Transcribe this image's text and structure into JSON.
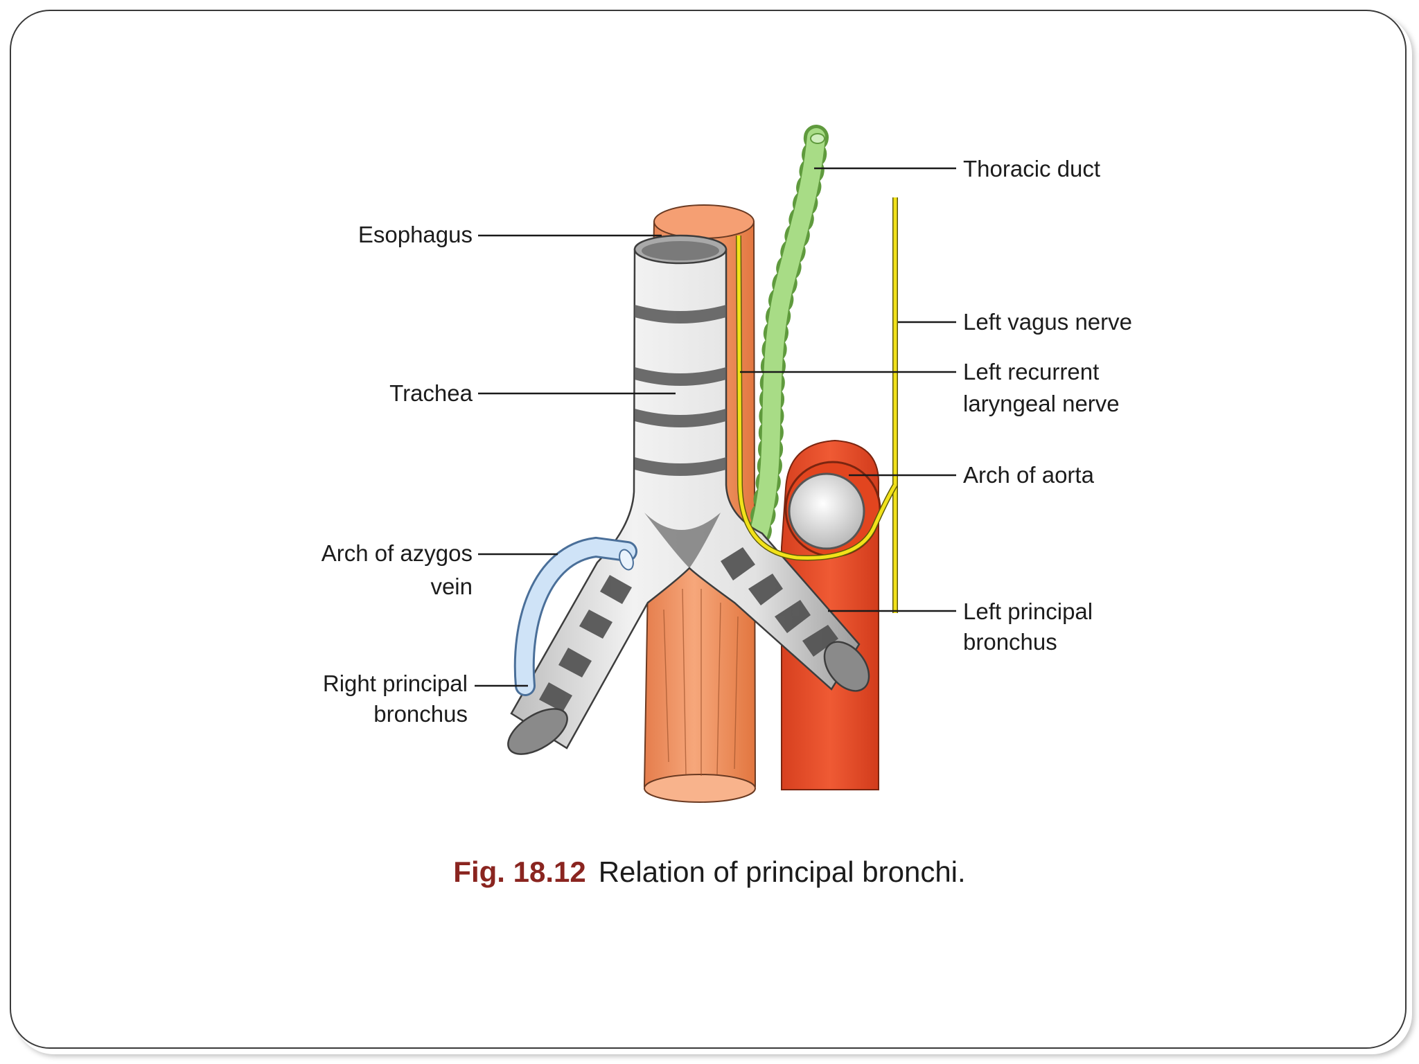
{
  "labels": {
    "thoracic_duct": "Thoracic duct",
    "esophagus": "Esophagus",
    "left_vagus_nerve": "Left vagus nerve",
    "left_recurrent_line1": "Left recurrent",
    "left_recurrent_line2": "laryngeal nerve",
    "trachea": "Trachea",
    "arch_of_aorta": "Arch of aorta",
    "arch_of_azygos_line1": "Arch of azygos",
    "arch_of_azygos_line2": "vein",
    "left_principal_line1": "Left principal",
    "left_principal_line2": "bronchus",
    "right_principal_line1": "Right principal",
    "right_principal_line2": "bronchus"
  },
  "caption": {
    "figure_number": "Fig. 18.12",
    "text": "Relation of principal bronchi."
  },
  "colors": {
    "esophagus": "#f39a6e",
    "aorta": "#e8502e",
    "trachea_cartilage": "#e6e6e6",
    "trachea_ring": "#5a5a5a",
    "azygos": "#cfe3f7",
    "thoracic_duct": "#9fd67a",
    "nerve": "#f2e21a",
    "caption_number": "#8a2520"
  }
}
